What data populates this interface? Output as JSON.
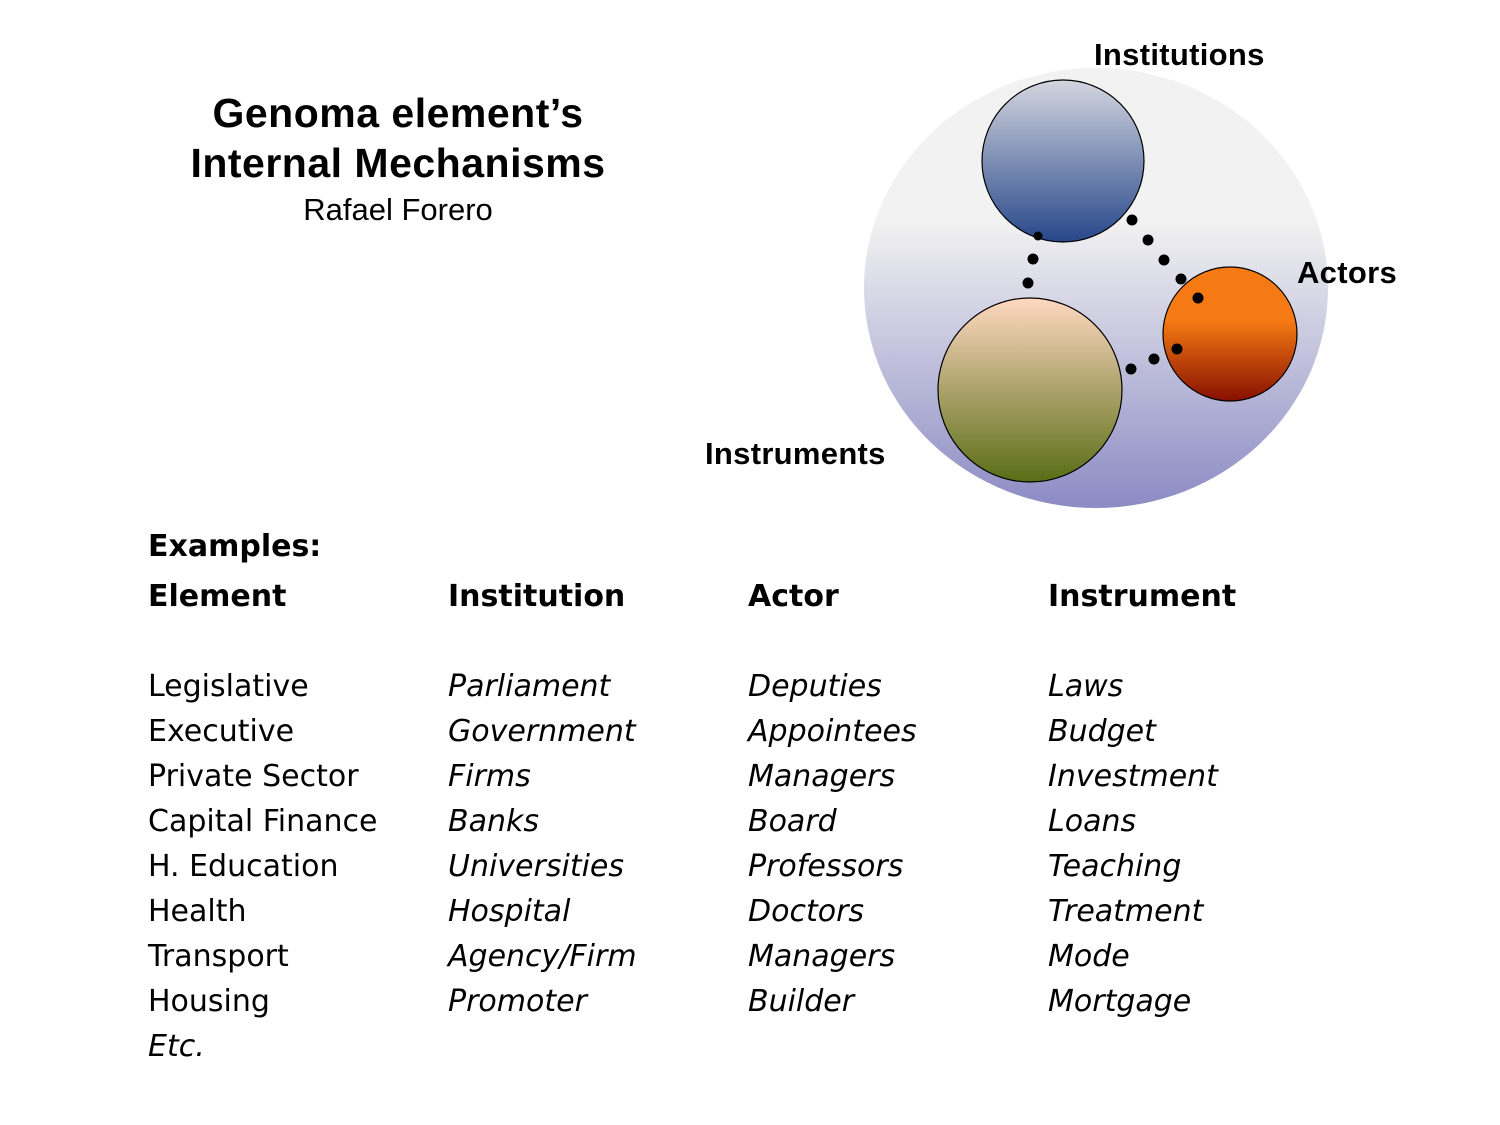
{
  "title": {
    "line1": "Genoma element’s",
    "line2": "Internal Mechanisms",
    "author": "Rafael Forero"
  },
  "diagram": {
    "labels": {
      "institutions": "Institutions",
      "actors": "Actors",
      "instruments": "Instruments"
    },
    "colors": {
      "outer_top": "#f2f2f2",
      "outer_bottom": "#8b8bc4",
      "institutions_top": "#d4d6df",
      "institutions_bottom": "#27478a",
      "actors_top": "#f57a13",
      "actors_bottom": "#861000",
      "instruments_top": "#ffd8c0",
      "instruments_bottom": "#596d16"
    }
  },
  "examples": {
    "heading": "Examples:",
    "columns": {
      "element": {
        "header": "Element",
        "rows": [
          "Legislative",
          "Executive",
          "Private Sector",
          "Capital Finance",
          "H. Education",
          "Health",
          "Transport",
          "Housing"
        ],
        "etc": "Etc."
      },
      "institution": {
        "header": "Institution",
        "rows": [
          "Parliament",
          "Government",
          "Firms",
          "Banks",
          "Universities",
          "Hospital",
          "Agency/Firm",
          "Promoter"
        ]
      },
      "actor": {
        "header": "Actor",
        "rows": [
          "Deputies",
          "Appointees",
          "Managers",
          "Board",
          "Professors",
          "Doctors",
          "Managers",
          "Builder"
        ]
      },
      "instrument": {
        "header": "Instrument",
        "rows": [
          "Laws",
          "Budget",
          "Investment",
          "Loans",
          "Teaching",
          "Treatment",
          "Mode",
          "Mortgage"
        ]
      }
    }
  }
}
